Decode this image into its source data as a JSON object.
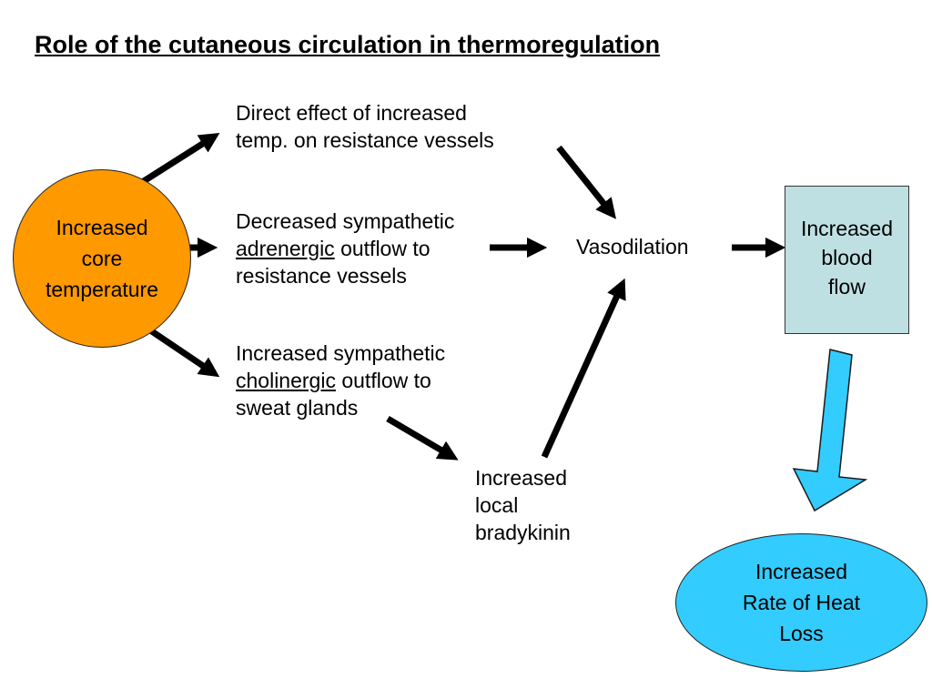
{
  "title": "Role of the cutaneous circulation in thermoregulation",
  "core": {
    "line1": "Increased",
    "line2": "core",
    "line3": "temperature"
  },
  "direct": {
    "line1": "Direct effect of increased",
    "line2": "temp. on resistance vessels"
  },
  "adrenergic": {
    "line1": "Decreased sympathetic",
    "underlined": "adrenergic",
    "rest": " outflow to",
    "line3": "resistance vessels"
  },
  "cholinergic": {
    "line1": "Increased sympathetic",
    "underlined": "cholinergic",
    "rest": " outflow to",
    "line3": "sweat glands"
  },
  "vasodilation": "Vasodilation",
  "bradykinin": {
    "line1": "Increased",
    "line2": "local",
    "line3": "bradykinin"
  },
  "blood_flow": {
    "line1": "Increased",
    "line2": "blood",
    "line3": "flow"
  },
  "heat_loss": {
    "line1": "Increased",
    "line2": "Rate of Heat",
    "line3": "Loss"
  },
  "colors": {
    "core_fill": "#ff9900",
    "blood_box_fill": "#bfe0e3",
    "heat_oval_fill": "#33ccff",
    "big_arrow_fill": "#33ccff"
  }
}
